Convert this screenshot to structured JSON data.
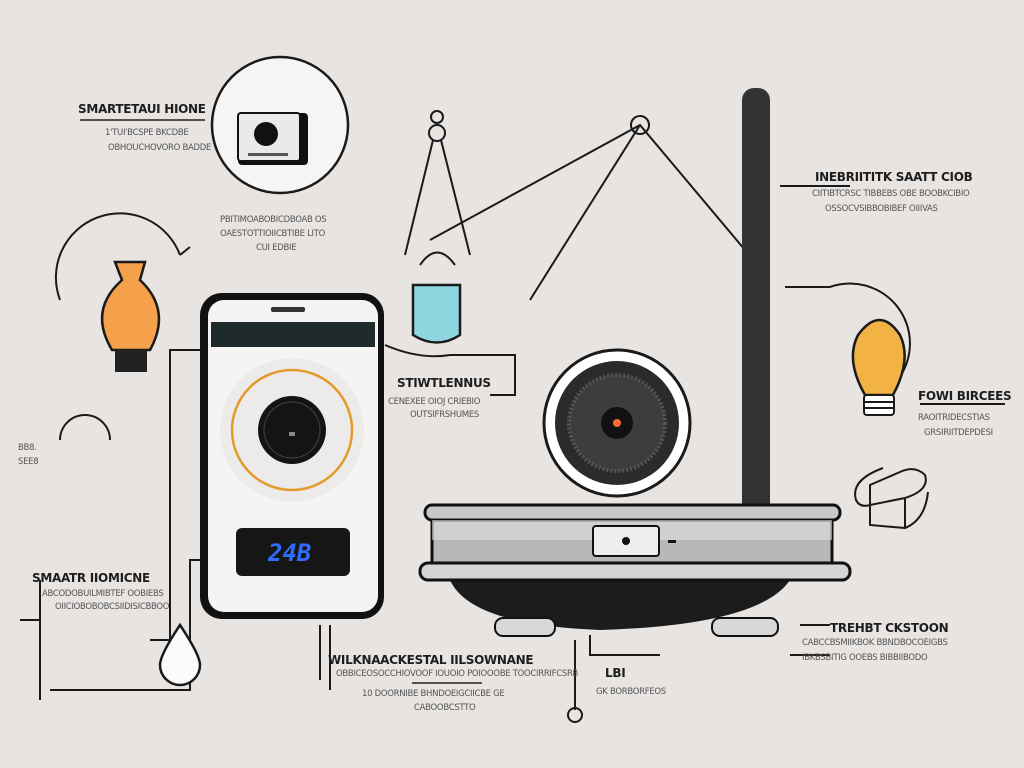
{
  "colors": {
    "background": "#e7e4e2",
    "accent_orange": "#f5a04a",
    "bulb_yellow": "#f3b244",
    "water_blue": "#8fd7e0",
    "lcd_blue": "#2f6cff",
    "ink": "#1a1a1a"
  },
  "labels": {
    "top_left": {
      "title": "SMARTETAUI HIONE",
      "lines": [
        "1'TUI'BCSPE BKCDBE",
        "OBHOUCHOVORO BADDE"
      ]
    },
    "mid_left": {
      "lines": [
        "PBITIMOABOBICDBOAB OS",
        "OAESTOTTIOIICBTIBE LITO",
        "CUI EDBIE"
      ]
    },
    "top_right": {
      "title": "INEBRIITITK SAATT CIOB",
      "lines": [
        "CIITIBTCRSC TIBBEBS OBE BOOBKCIBIO",
        "OSSOCVSIBBOBIBEF OIIIVAS"
      ]
    },
    "center": {
      "title": "STIWTLENNUS",
      "lines": [
        "CENEXEE OIOJ CRIEBIO",
        "OUTSIFRSHUMES"
      ]
    },
    "right": {
      "title": "FOWI BIRCEES",
      "lines": [
        "RAOITRIDECSTIAS",
        "GRSIRIITDEPDESI"
      ]
    },
    "bottom_right": {
      "title": "TREHBT CKSTOON",
      "lines": [
        "CABCCBSMIIKBOK BBNDBOCOEIGBS",
        "IBKBSBITIG OOEBS BIBBIIBODO"
      ]
    },
    "bottom_left": {
      "title": "SMAATR IIOMICNE",
      "lines": [
        "ABCODOBUILMIBTEF OOBIEBS",
        "OIICIOBOBOBCSIIDISICBBOO"
      ]
    },
    "bottom_center": {
      "title": "WILKNAACKESTAL IILSOWNANE",
      "lines": [
        "OBBICEOSOCCHIOVOOF IOUOIO POIOOOBE TOOCIRRIFCSRB",
        "10 DOORNIBE BHNDOEIGCIICBE GE",
        "CABOOBCSTTO"
      ]
    },
    "small_bottom": {
      "title": "LBI",
      "lines": [
        "GK BORBORFEOS"
      ]
    },
    "left_edge": {
      "lines": [
        "BB8.",
        "SEE8"
      ]
    }
  },
  "phone": {
    "display_value": "24B"
  },
  "icons": [
    "camera-icon",
    "lamp-icon",
    "water-drop-icon",
    "phone-icon",
    "lightbulb-icon",
    "speaker-icon",
    "router-hub-icon",
    "armchair-icon",
    "hanging-planter-icon",
    "pole-icon"
  ]
}
